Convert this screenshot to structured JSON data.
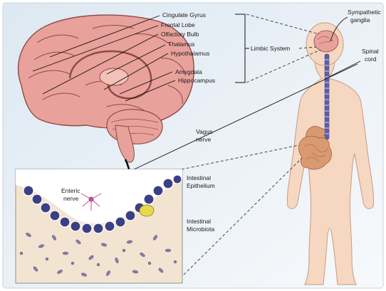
{
  "colors": {
    "background_top": "#dde8f2",
    "background_bottom": "#f4f7fa",
    "brain": "#e8a19b",
    "brain_outline": "#8c4a46",
    "body": "#f6d7c1",
    "body_outline": "#c99a7f",
    "spinal_cord": "#5c5fa8",
    "gut": "#d99a72",
    "cells": "#3b3f86",
    "lumen": "#f3e4d2"
  },
  "brain_labels": [
    {
      "id": "cingulate-gyrus",
      "text": "Cingulate Gyrus"
    },
    {
      "id": "frontal-lobe",
      "text": "Frontal Lobe"
    },
    {
      "id": "olfactory-bulb",
      "text": "Olfactory Bulb"
    },
    {
      "id": "thalamus",
      "text": "Thalamus"
    },
    {
      "id": "hypothalamus",
      "text": "Hypothalamus"
    },
    {
      "id": "amygdala",
      "text": "Amygdala"
    },
    {
      "id": "hippocampus",
      "text": "Hippocampus"
    }
  ],
  "labels": {
    "limbic_system": "Limbic System",
    "sympathetic_ganglia_line1": "Sympathetic",
    "sympathetic_ganglia_line2": "ganglia",
    "spinal_cord_line1": "Spinal",
    "spinal_cord_line2": "cord",
    "vagus_nerve_line1": "Vagus",
    "vagus_nerve_line2": "nerve",
    "enteric_nerve_line1": "Enteric",
    "enteric_nerve_line2": "nerve",
    "intestinal_epithelium_line1": "Intestinal",
    "intestinal_epithelium_line2": "Epithelium",
    "intestinal_microbiota_line1": "Intestinal",
    "intestinal_microbiota_line2": "Microbiota"
  }
}
